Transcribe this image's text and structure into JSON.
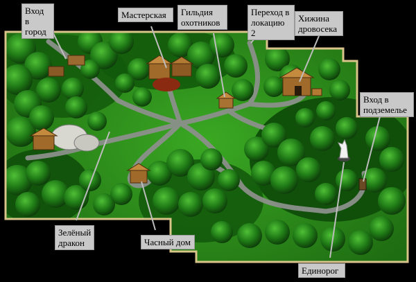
{
  "map": {
    "accent_border": "#d9c58a",
    "grass": "#2f9a1c",
    "path": "#8a8f8a"
  },
  "locations": {
    "city_entrance": {
      "label": "Вход\nв город",
      "icon": "wooden-hut-icon"
    },
    "workshop": {
      "label": "Мастерская",
      "icon": "workshop-icon"
    },
    "hunters_guild": {
      "label": "Гильдия\nохотников",
      "icon": "wooden-hut-icon"
    },
    "location_2_exit": {
      "label": "Переход в\nлокацию 2",
      "icon": "path-exit-icon"
    },
    "woodcutter_hut": {
      "label": "Хижина\nдровосека",
      "icon": "wooden-hut-icon"
    },
    "dungeon_entrance": {
      "label": "Вход в\nподземелье",
      "icon": "dungeon-gate-icon"
    },
    "green_dragon": {
      "label": "Зелёный\nдракон",
      "icon": "dragon-icon"
    },
    "private_house": {
      "label": "Часный дом",
      "icon": "wooden-hut-icon"
    },
    "unicorn": {
      "label": "Единорог",
      "icon": "unicorn-icon"
    }
  }
}
